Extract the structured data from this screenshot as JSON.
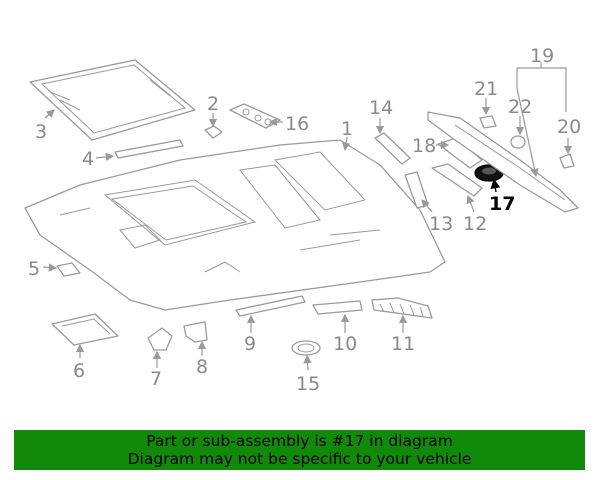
{
  "diagram": {
    "highlight_part": "17",
    "labels": {
      "p1": "1",
      "p2": "2",
      "p3": "3",
      "p4": "4",
      "p5": "5",
      "p6": "6",
      "p7": "7",
      "p8": "8",
      "p9": "9",
      "p10": "10",
      "p11": "11",
      "p12": "12",
      "p13": "13",
      "p14": "14",
      "p15": "15",
      "p16": "16",
      "p17": "17",
      "p18": "18",
      "p19": "19",
      "p20": "20",
      "p21": "21",
      "p22": "22"
    }
  },
  "banner": {
    "line1": "Part or sub-assembly is #17 in diagram",
    "line2": "Diagram may not be specific to your vehicle",
    "color": "#118a0a"
  },
  "colors": {
    "line": "#9a9a9a",
    "label": "#8a8a8a",
    "highlight": "#000000"
  }
}
